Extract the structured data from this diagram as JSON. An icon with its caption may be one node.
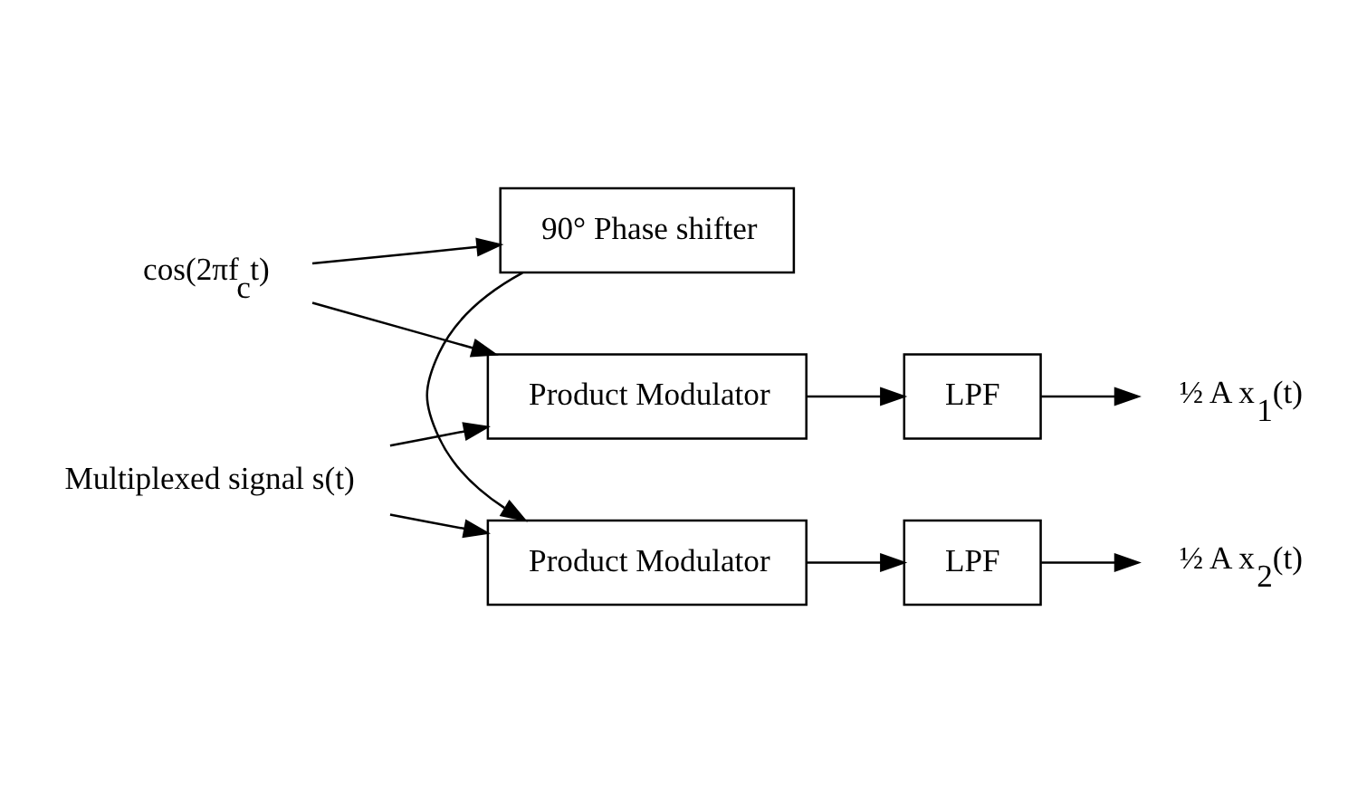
{
  "diagram": {
    "nodes": [
      {
        "text": [
          "Multiplexed signal s(t)"
        ]
      },
      {
        "text": [
          "Product Modulator"
        ]
      },
      {
        "text": [
          "LPF"
        ]
      },
      {
        "text": [
          "½ A x$_{1}$(t)"
        ]
      },
      {
        "text": [
          "cos(2πf$_{c}$t)"
        ]
      },
      {
        "text": [
          "90° Phase shifter"
        ]
      },
      {
        "text": [
          "Product Modulator"
        ]
      },
      {
        "text": [
          "LPF"
        ]
      },
      {
        "text": [
          "½ A x$_{2}$(t)"
        ]
      }
    ],
    "edges": [
      {
        "from": 0,
        "to": 1,
        "arrow": "to"
      },
      {
        "from": 0,
        "to": 6,
        "arrow": "to"
      },
      {
        "from": 1,
        "to": 2,
        "arrow": "to"
      },
      {
        "from": 2,
        "to": 3,
        "arrow": "to"
      },
      {
        "from": 4,
        "to": 1,
        "arrow": "to"
      },
      {
        "from": 4,
        "to": 5,
        "arrow": "to"
      },
      {
        "from": 5,
        "to": 6,
        "arrow": "to"
      },
      {
        "from": 6,
        "to": 7,
        "arrow": "to"
      },
      {
        "from": 7,
        "to": 8,
        "arrow": "to"
      }
    ]
  }
}
